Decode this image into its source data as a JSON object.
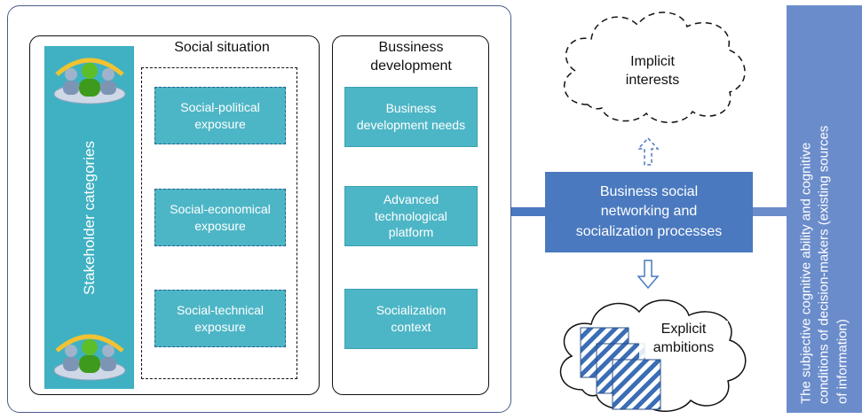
{
  "left_panel": {
    "title": "Social situation",
    "stakeholder_label": "Stakeholder categories",
    "boxes": [
      "Social-political\nexposure",
      "Social-economical\nexposure",
      "Social-technical\nexposure"
    ]
  },
  "mid_panel": {
    "title": "Bussiness\ndevelopment",
    "boxes": [
      "Business\ndevelopment needs",
      "Advanced\ntechnological\nplatform",
      "Socialization\ncontext"
    ]
  },
  "central": {
    "label": "Business social\nnetworking and\nsocialization processes"
  },
  "top_cloud": {
    "label": "Implicit\ninterests"
  },
  "bottom_cloud": {
    "label": "Explicit\nambitions"
  },
  "right_bar": {
    "label": "The subjective cognitive ability and cognitive\nconditions of decision-makers (existing sources\nof information)"
  },
  "colors": {
    "teal": "#4db6c6",
    "stake_teal": "#3fb1c2",
    "central_blue": "#4a79bf",
    "right_blue": "#6b8ccb",
    "frame": "#4a5d8a"
  }
}
